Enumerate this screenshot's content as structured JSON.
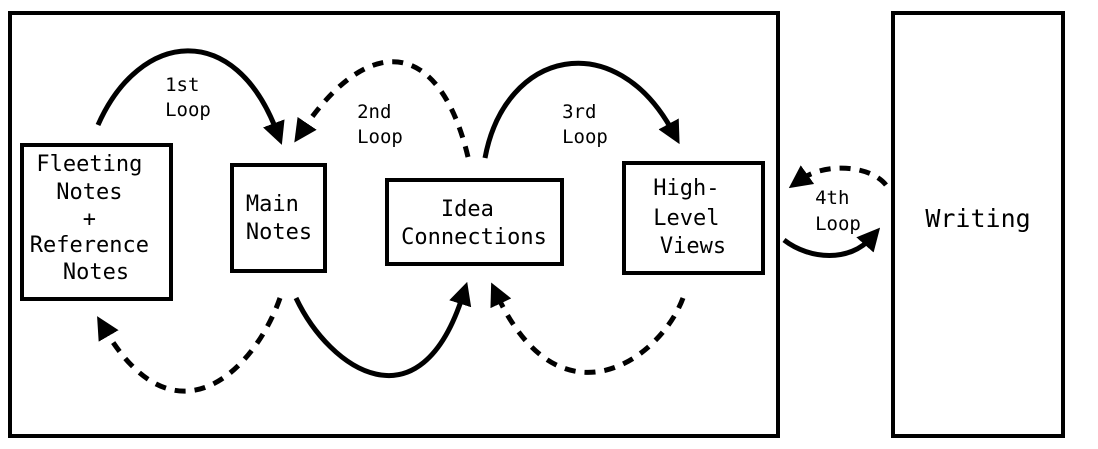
{
  "nodes": {
    "fleeting": {
      "lines": [
        "Fleeting",
        "Notes",
        "+",
        "Reference",
        "Notes"
      ]
    },
    "main": {
      "lines": [
        "Main",
        "Notes"
      ]
    },
    "idea": {
      "lines": [
        "Idea",
        "Connections"
      ]
    },
    "high": {
      "lines": [
        "High-",
        "Level",
        "Views"
      ]
    },
    "writing": {
      "lines": [
        "Writing"
      ]
    }
  },
  "loops": [
    {
      "lines": [
        "1st",
        "Loop"
      ]
    },
    {
      "lines": [
        "2nd",
        "Loop"
      ]
    },
    {
      "lines": [
        "3rd",
        "Loop"
      ]
    },
    {
      "lines": [
        "4th",
        "Loop"
      ]
    }
  ]
}
